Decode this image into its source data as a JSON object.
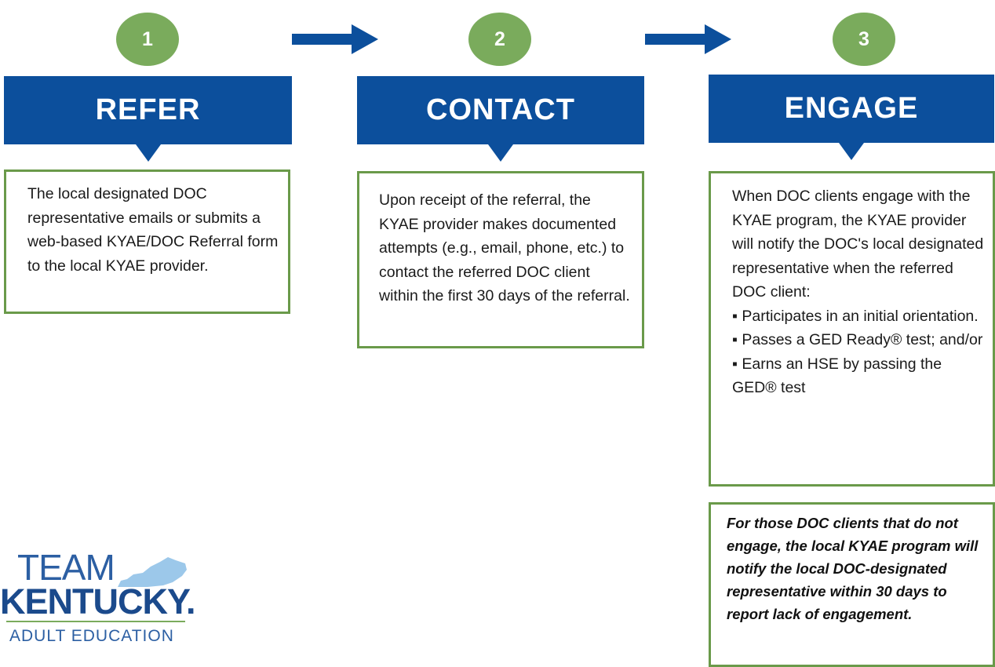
{
  "steps": [
    {
      "number": "1",
      "title": "REFER",
      "text": "The local designated DOC representative emails or submits a web-based KYAE/DOC Referral form to the local KYAE provider."
    },
    {
      "number": "2",
      "title": "CONTACT",
      "text": "Upon receipt of the referral, the KYAE provider makes documented attempts (e.g., email, phone, etc.) to contact the referred DOC client within the first 30 days of the referral."
    },
    {
      "number": "3",
      "title": "ENGAGE",
      "intro": "When DOC clients engage with the KYAE program, the KYAE provider will notify the DOC's local designated representative when the referred DOC client:",
      "bullets": [
        "Participates in an initial orientation.",
        "Passes a GED Ready® test; and/or",
        "Earns an HSE by passing the GED® test"
      ]
    }
  ],
  "note": "For those DOC clients that do not engage, the local KYAE program will notify the local DOC-designated representative within 30 days to report lack of engagement.",
  "logo": {
    "line1": "TEAM",
    "line2": "KENTUCKY.",
    "line3": "ADULT EDUCATION"
  },
  "colors": {
    "banner_blue": "#0c4f9c",
    "circle_green": "#7aab5c",
    "box_border_green": "#6a9a4a",
    "arrow_blue": "#0c4f9c",
    "logo_state_blue": "#9cc8ea"
  }
}
